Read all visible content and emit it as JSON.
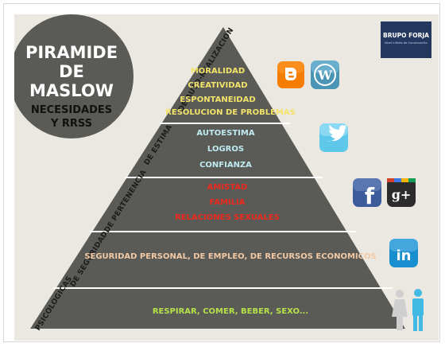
{
  "title": {
    "line1": "PIRAMIDE",
    "line2": "DE",
    "line3": "MASLOW",
    "sub1": "NECESIDADES",
    "sub2": "Y RRSS"
  },
  "logo": {
    "name": "BRUPO FORJA",
    "tagline": "Nivel Infinito de Conversación"
  },
  "side_labels": {
    "autorealizacion": "DE AUTO-REALIZACION",
    "estima": "DE ESTIMA",
    "pertenencia": "DE PERTENENCIA",
    "seguridad": "DE SEGURIDAD",
    "psicologicas": "PSICOLOGICAS"
  },
  "levels": {
    "autorealizacion": [
      "MORALIDAD",
      "CREATIVIDAD",
      "ESPONTANEIDAD",
      "RESOLUCION DE PROBLEMAS"
    ],
    "estima": [
      "AUTOESTIMA",
      "LOGROS",
      "CONFIANZA"
    ],
    "pertenencia": [
      "AMISTAD",
      "FAMILIA",
      "RELACIONES SEXUALES"
    ],
    "seguridad": [
      "SEGURIDAD PERSONAL, DE EMPLEO, DE RECURSOS ECONOMICOS"
    ],
    "psicologicas": [
      "RESPIRAR, COMER, BEBER, SEXO..."
    ]
  },
  "colors": {
    "pyramid": "#5a5a56",
    "autorealizacion_text": "#f2e36a",
    "estima_text": "#bfeaf0",
    "pertenencia_text": "#ee2a1e",
    "seguridad_text": "#f2c9a4",
    "psicologicas_text": "#b6e04a",
    "circle": "#5a5a56",
    "logo_bg": "#24385f"
  },
  "icons": {
    "blogger": "b-icon",
    "wordpress": "W-icon",
    "twitter": "twitter-bird-icon",
    "facebook": "f-icon",
    "googleplus": "g+-icon",
    "linkedin": "in-icon",
    "people": "woman-man-figures-icon"
  }
}
